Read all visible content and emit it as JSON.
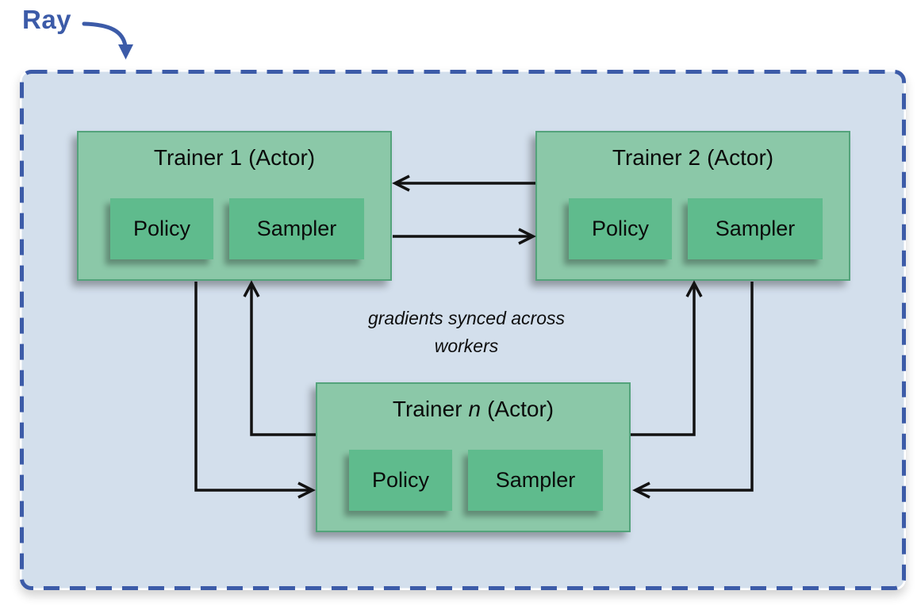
{
  "diagram": {
    "framework_label": "Ray",
    "annotation": {
      "line1": "gradients synced across",
      "line2": "workers"
    },
    "trainers": [
      {
        "id": "trainer-1",
        "title_prefix": "Trainer",
        "title_index": "1",
        "title_suffix": "(Actor)",
        "modules": [
          "Policy",
          "Sampler"
        ]
      },
      {
        "id": "trainer-2",
        "title_prefix": "Trainer",
        "title_index": "2",
        "title_suffix": "(Actor)",
        "modules": [
          "Policy",
          "Sampler"
        ]
      },
      {
        "id": "trainer-n",
        "title_prefix": "Trainer",
        "title_index": "n",
        "title_suffix": "(Actor)",
        "modules": [
          "Policy",
          "Sampler"
        ]
      }
    ],
    "connections": [
      {
        "from": "trainer-2",
        "to": "trainer-1"
      },
      {
        "from": "trainer-1",
        "to": "trainer-2"
      },
      {
        "from": "trainer-1",
        "to": "trainer-n"
      },
      {
        "from": "trainer-n",
        "to": "trainer-1"
      },
      {
        "from": "trainer-2",
        "to": "trainer-n"
      },
      {
        "from": "trainer-n",
        "to": "trainer-2"
      }
    ],
    "colors": {
      "panel_bg": "#d3dfec",
      "panel_border": "#3c5ba8",
      "trainer_bg": "#8bc8a8",
      "trainer_border": "#53a37b",
      "module_bg": "#5fbb8d",
      "arrow": "#121212",
      "label_blue": "#3c5ba8"
    }
  }
}
